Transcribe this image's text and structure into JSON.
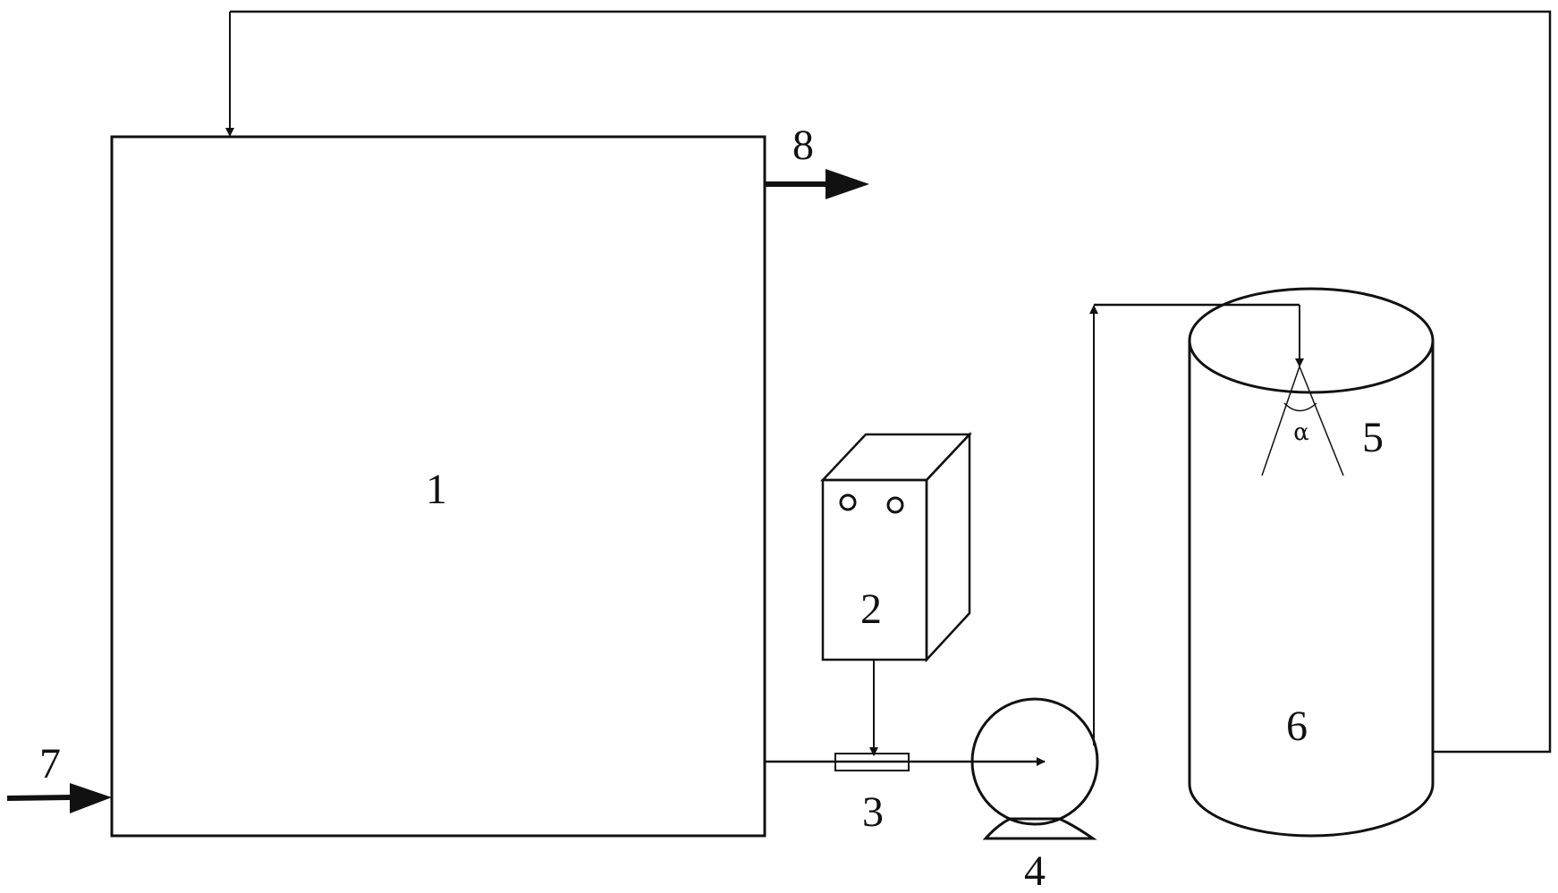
{
  "components": {
    "tank_1": {
      "label": "1"
    },
    "box_2": {
      "label": "2"
    },
    "injector_3": {
      "label": "3"
    },
    "pump_4": {
      "label": "4"
    },
    "nozzle_5": {
      "label": "5",
      "angle_symbol": "α"
    },
    "vessel_6": {
      "label": "6"
    },
    "inlet_7": {
      "label": "7"
    },
    "outlet_8": {
      "label": "8"
    }
  },
  "colors": {
    "line": "#111111",
    "background": "#ffffff"
  }
}
